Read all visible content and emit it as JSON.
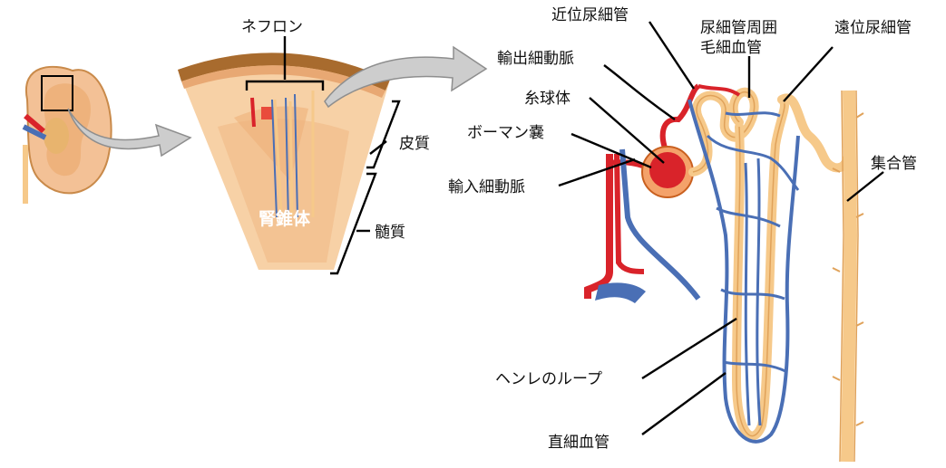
{
  "labels": {
    "nephron": "ネフロン",
    "cortex": "皮質",
    "medulla": "髄質",
    "pyramid": "腎錐体",
    "proximal_tubule": "近位尿細管",
    "peritubular_capillaries_line1": "尿細管周囲",
    "peritubular_capillaries_line2": "毛細血管",
    "distal_tubule": "遠位尿細管",
    "efferent_arteriole": "輸出細動脈",
    "glomerulus": "糸球体",
    "bowmans_capsule": "ボーマン嚢",
    "afferent_arteriole": "輸入細動脈",
    "collecting_duct": "集合管",
    "loop_of_henle": "ヘンレのループ",
    "vasa_recta": "直細血管"
  },
  "colors": {
    "artery": "#d9232a",
    "vein": "#4a6fb5",
    "tubule": "#f6c98a",
    "tubule_outline": "#e0a25a",
    "kidney_tissue": "#f5c79a",
    "capsule": "#a86b2e",
    "arrow": "#c4c4c4"
  }
}
